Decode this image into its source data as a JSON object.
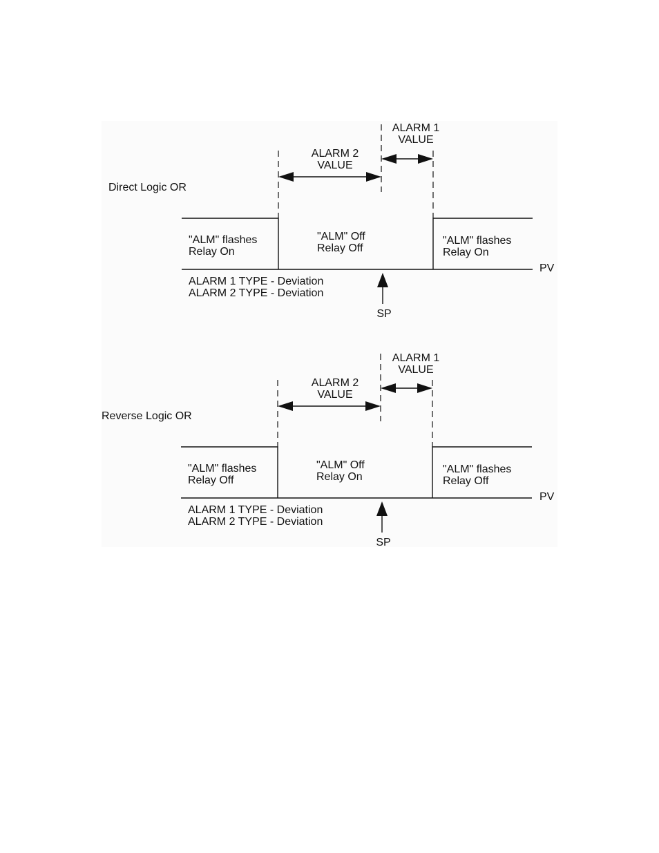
{
  "diagrams": [
    {
      "label": "Direct Logic OR",
      "alarm1_value": [
        "ALARM 1",
        "VALUE"
      ],
      "alarm2_value": [
        "ALARM 2",
        "VALUE"
      ],
      "left_region": [
        "\"ALM\" flashes",
        "Relay On"
      ],
      "center_region": [
        "\"ALM\" Off",
        "Relay Off"
      ],
      "right_region": [
        "\"ALM\" flashes",
        "Relay On"
      ],
      "pv_label": "PV",
      "type_lines": [
        "ALARM 1 TYPE - Deviation",
        "ALARM 2 TYPE - Deviation"
      ],
      "sp_label": "SP"
    },
    {
      "label": "Reverse Logic OR",
      "alarm1_value": [
        "ALARM 1",
        "VALUE"
      ],
      "alarm2_value": [
        "ALARM 2",
        "VALUE"
      ],
      "left_region": [
        "\"ALM\" flashes",
        "Relay Off"
      ],
      "center_region": [
        "\"ALM\" Off",
        "Relay On"
      ],
      "right_region": [
        "\"ALM\" flashes",
        "Relay Off"
      ],
      "pv_label": "PV",
      "type_lines": [
        "ALARM 1 TYPE - Deviation",
        "ALARM 2 TYPE - Deviation"
      ],
      "sp_label": "SP"
    }
  ]
}
